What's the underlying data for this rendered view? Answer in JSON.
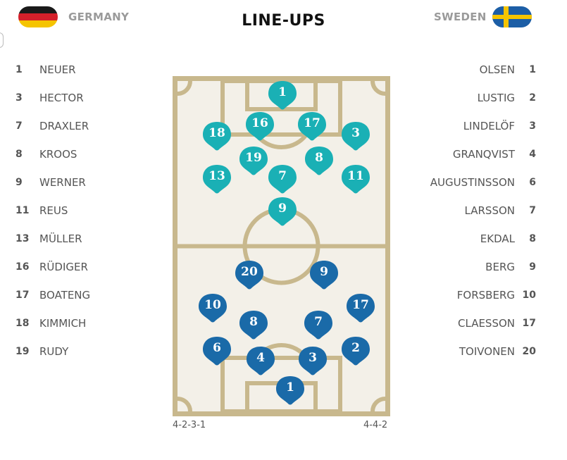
{
  "header": {
    "title": "LINE-UPS",
    "home_team": "GERMANY",
    "away_team": "SWEDEN",
    "home_flag_icon": "germany-flag-icon",
    "away_flag_icon": "sweden-flag-icon"
  },
  "home": {
    "formation": "4-2-3-1",
    "color": "#1ab0b5",
    "players": [
      {
        "num": "1",
        "name": "NEUER"
      },
      {
        "num": "3",
        "name": "HECTOR"
      },
      {
        "num": "7",
        "name": "DRAXLER"
      },
      {
        "num": "8",
        "name": "KROOS"
      },
      {
        "num": "9",
        "name": "WERNER"
      },
      {
        "num": "11",
        "name": "REUS"
      },
      {
        "num": "13",
        "name": "MÜLLER"
      },
      {
        "num": "16",
        "name": "RÜDIGER"
      },
      {
        "num": "17",
        "name": "BOATENG"
      },
      {
        "num": "18",
        "name": "KIMMICH"
      },
      {
        "num": "19",
        "name": "RUDY"
      }
    ]
  },
  "away": {
    "formation": "4-4-2",
    "color": "#1a6aa8",
    "players": [
      {
        "num": "1",
        "name": "OLSEN"
      },
      {
        "num": "2",
        "name": "LUSTIG"
      },
      {
        "num": "3",
        "name": "LINDELÖF"
      },
      {
        "num": "4",
        "name": "GRANQVIST"
      },
      {
        "num": "6",
        "name": "AUGUSTINSSON"
      },
      {
        "num": "7",
        "name": "LARSSON"
      },
      {
        "num": "8",
        "name": "EKDAL"
      },
      {
        "num": "9",
        "name": "BERG"
      },
      {
        "num": "10",
        "name": "FORSBERG"
      },
      {
        "num": "17",
        "name": "CLAESSON"
      },
      {
        "num": "20",
        "name": "TOIVONEN"
      }
    ]
  },
  "pitch": {
    "line_color": "#c8b88d",
    "turf_color": "#f3f0e8",
    "home_markers": [
      "1",
      "16",
      "17",
      "18",
      "3",
      "19",
      "8",
      "13",
      "7",
      "11",
      "9"
    ],
    "away_markers": [
      "20",
      "9",
      "10",
      "17",
      "8",
      "7",
      "6",
      "4",
      "3",
      "2",
      "1"
    ]
  }
}
